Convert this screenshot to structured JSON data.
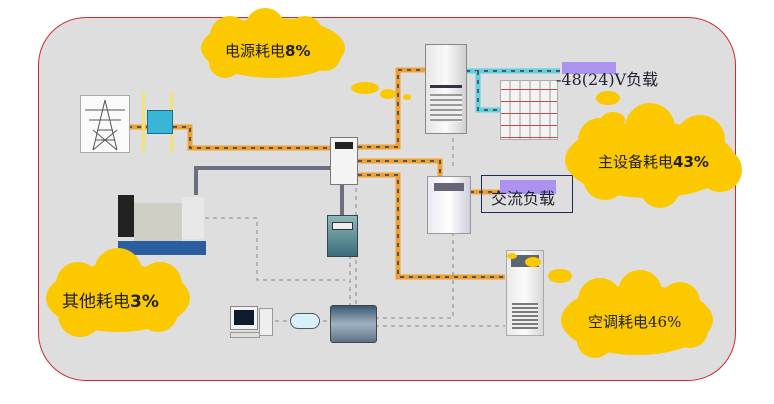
{
  "diagram": {
    "title": "",
    "consumption": [
      {
        "id": "power",
        "label": "电源耗电",
        "percent": "8%"
      },
      {
        "id": "main",
        "label": "主设备耗电",
        "percent": "43%"
      },
      {
        "id": "other",
        "label": "其他耗电",
        "percent": "3%"
      },
      {
        "id": "ac",
        "label": "空调耗电",
        "percent": "46%"
      }
    ],
    "loads": {
      "dc_load": "-48(24)V负载",
      "ac_load": "交流负载"
    },
    "devices": [
      {
        "id": "power-tower",
        "name": "transmission tower"
      },
      {
        "id": "transformer",
        "name": "transformer"
      },
      {
        "id": "generator",
        "name": "diesel generator"
      },
      {
        "id": "distribution-panel",
        "name": "distribution panel"
      },
      {
        "id": "meter-box",
        "name": "meter box"
      },
      {
        "id": "rectifier-rack",
        "name": "rectifier rack"
      },
      {
        "id": "battery-bank",
        "name": "battery bank"
      },
      {
        "id": "ups",
        "name": "UPS"
      },
      {
        "id": "air-conditioner",
        "name": "air conditioner"
      },
      {
        "id": "computer",
        "name": "monitoring computer"
      },
      {
        "id": "network-cloud",
        "name": "network"
      },
      {
        "id": "monitor-unit",
        "name": "monitoring unit"
      }
    ],
    "colors": {
      "frame_border": "#cc2b2b",
      "background": "#dedede",
      "cloud": "#fcc800",
      "power_line": "#f0a030",
      "dc_line": "#5fd0e0",
      "generator_line": "#6b6f80",
      "purple_highlight": "#a98ef0"
    }
  }
}
